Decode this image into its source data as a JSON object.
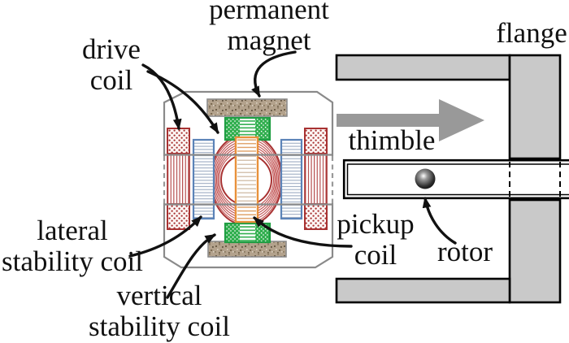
{
  "figure_type": "cross-section diagram of magnetic levitation drive assembly",
  "labels": {
    "permanent_magnet": {
      "line1": "permanent",
      "line2": "magnet"
    },
    "flange": {
      "line1": "flange"
    },
    "drive_coil": {
      "line1": "drive",
      "line2": "coil"
    },
    "thimble": {
      "line1": "thimble"
    },
    "lateral_stability_coil": {
      "line1": "lateral",
      "line2": "stability coil"
    },
    "vertical_stability_coil": {
      "line1": "vertical",
      "line2": "stability coil"
    },
    "pickup_coil": {
      "line1": "pickup",
      "line2": "coil"
    },
    "rotor": {
      "line1": "rotor"
    }
  },
  "colors": {
    "drive_coil_red": "#a83232",
    "lateral_coil_blue": "#5b83b8",
    "vertical_coil_green": "#2fae4d",
    "pickup_coil_orange": "#e8913a",
    "flange_gray": "#c9c9c9",
    "direction_arrow_gray": "#999999",
    "magnet_speckle_tan": "#b3a28c",
    "housing_outline_gray": "#8a8a8a",
    "annotation_black": "#111111"
  },
  "components": [
    "housing",
    "permanent-magnet-top",
    "permanent-magnet-bottom",
    "drive-coil-left",
    "drive-coil-right",
    "drive-coil-winding-rings",
    "lateral-stability-coil-left",
    "lateral-stability-coil-right",
    "vertical-stability-coil-top",
    "vertical-stability-coil-bottom",
    "pickup-coil",
    "flange",
    "thimble",
    "rotor",
    "insertion-direction-arrow"
  ]
}
